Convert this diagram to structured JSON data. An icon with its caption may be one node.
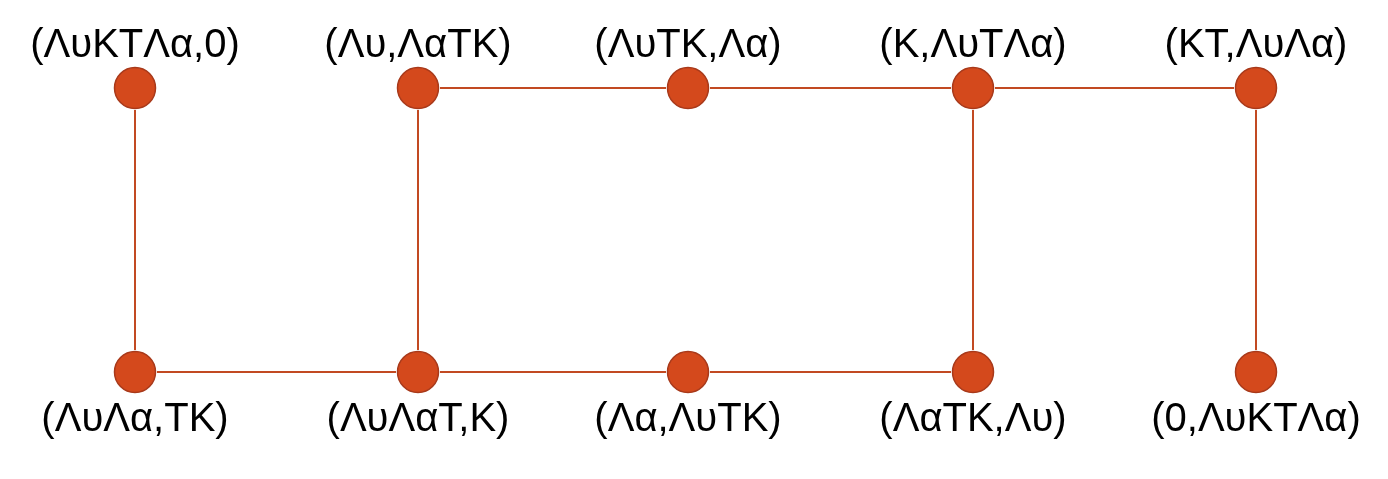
{
  "diagram": {
    "nodes": [
      {
        "text": [
          "(ΛυKTΛα,0)"
        ]
      },
      {
        "text": [
          "(Λυ,ΛαTK)"
        ]
      },
      {
        "text": [
          "(ΛυTK,Λα)"
        ]
      },
      {
        "text": [
          "(K,ΛυTΛα)"
        ]
      },
      {
        "text": [
          "(KT,ΛυΛα)"
        ]
      },
      {
        "text": [
          "(ΛυΛα,TK)"
        ]
      },
      {
        "text": [
          "(ΛυΛαT,K)"
        ]
      },
      {
        "text": [
          "(Λα,ΛυTK)"
        ]
      },
      {
        "text": [
          "(ΛαTK,Λυ)"
        ]
      },
      {
        "text": [
          "(0,ΛυKTΛα)"
        ]
      }
    ],
    "edges": [
      {
        "from": 0,
        "to": 5,
        "arrow": "none"
      },
      {
        "from": 1,
        "to": 2,
        "arrow": "none"
      },
      {
        "from": 2,
        "to": 3,
        "arrow": "none"
      },
      {
        "from": 3,
        "to": 4,
        "arrow": "none"
      },
      {
        "from": 1,
        "to": 6,
        "arrow": "none"
      },
      {
        "from": 3,
        "to": 8,
        "arrow": "none"
      },
      {
        "from": 4,
        "to": 9,
        "arrow": "none"
      },
      {
        "from": 5,
        "to": 6,
        "arrow": "none"
      },
      {
        "from": 6,
        "to": 7,
        "arrow": "none"
      },
      {
        "from": 7,
        "to": 8,
        "arrow": "none"
      }
    ]
  }
}
